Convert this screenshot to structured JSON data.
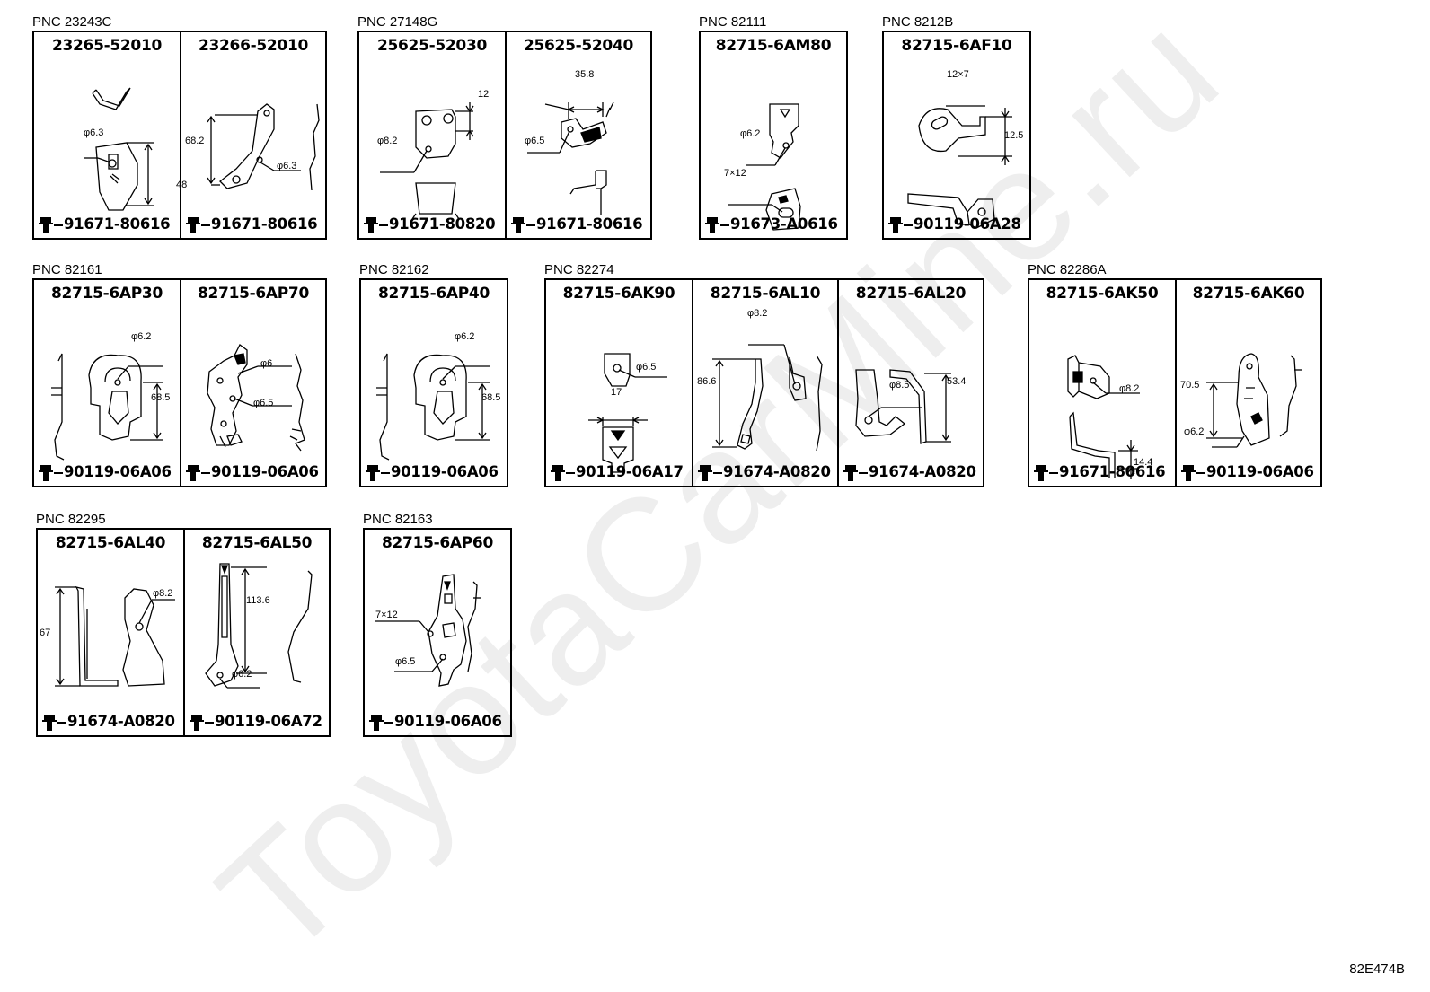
{
  "watermark": "ToyotaCarMine.ru",
  "reference_code": "82E474B",
  "groups": [
    {
      "pnc": "PNC 23243C",
      "parts": [
        {
          "part_number": "23265-52010",
          "bolt": "91671-80616",
          "dims": [
            "φ6.3",
            "48"
          ]
        },
        {
          "part_number": "23266-52010",
          "bolt": "91671-80616",
          "dims": [
            "68.2",
            "φ6.3"
          ]
        }
      ]
    },
    {
      "pnc": "PNC 27148G",
      "parts": [
        {
          "part_number": "25625-52030",
          "bolt": "91671-80820",
          "dims": [
            "12",
            "φ8.2"
          ]
        },
        {
          "part_number": "25625-52040",
          "bolt": "91671-80616",
          "dims": [
            "35.8",
            "φ6.5"
          ]
        }
      ]
    },
    {
      "pnc": "PNC 82111",
      "parts": [
        {
          "part_number": "82715-6AM80",
          "bolt": "91673-A0616",
          "dims": [
            "φ6.2",
            "7×12"
          ]
        }
      ]
    },
    {
      "pnc": "PNC 8212B",
      "parts": [
        {
          "part_number": "82715-6AF10",
          "bolt": "90119-06A28",
          "dims": [
            "12×7",
            "12.5"
          ]
        }
      ]
    },
    {
      "pnc": "PNC 82161",
      "parts": [
        {
          "part_number": "82715-6AP30",
          "bolt": "90119-06A06",
          "dims": [
            "φ6.2",
            "68.5"
          ]
        },
        {
          "part_number": "82715-6AP70",
          "bolt": "90119-06A06",
          "dims": [
            "φ6",
            "φ6.5"
          ]
        }
      ]
    },
    {
      "pnc": "PNC 82162",
      "parts": [
        {
          "part_number": "82715-6AP40",
          "bolt": "90119-06A06",
          "dims": [
            "φ6.2",
            "68.5"
          ]
        }
      ]
    },
    {
      "pnc": "PNC 82274",
      "parts": [
        {
          "part_number": "82715-6AK90",
          "bolt": "90119-06A17",
          "dims": [
            "φ6.5",
            "17"
          ]
        },
        {
          "part_number": "82715-6AL10",
          "bolt": "91674-A0820",
          "dims": [
            "φ8.2",
            "86.6"
          ]
        },
        {
          "part_number": "82715-6AL20",
          "bolt": "91674-A0820",
          "dims": [
            "53.4",
            "φ8.5"
          ]
        }
      ]
    },
    {
      "pnc": "PNC 82286A",
      "parts": [
        {
          "part_number": "82715-6AK50",
          "bolt": "91671-80616",
          "dims": [
            "φ8.2",
            "14.4"
          ]
        },
        {
          "part_number": "82715-6AK60",
          "bolt": "90119-06A06",
          "dims": [
            "70.5",
            "φ6.2"
          ]
        }
      ]
    },
    {
      "pnc": "PNC 82295",
      "parts": [
        {
          "part_number": "82715-6AL40",
          "bolt": "91674-A0820",
          "dims": [
            "67",
            "φ8.2"
          ]
        },
        {
          "part_number": "82715-6AL50",
          "bolt": "90119-06A72",
          "dims": [
            "113.6",
            "φ6.2"
          ]
        }
      ]
    },
    {
      "pnc": "PNC 82163",
      "parts": [
        {
          "part_number": "82715-6AP60",
          "bolt": "90119-06A06",
          "dims": [
            "7×12",
            "φ6.5"
          ]
        }
      ]
    }
  ]
}
